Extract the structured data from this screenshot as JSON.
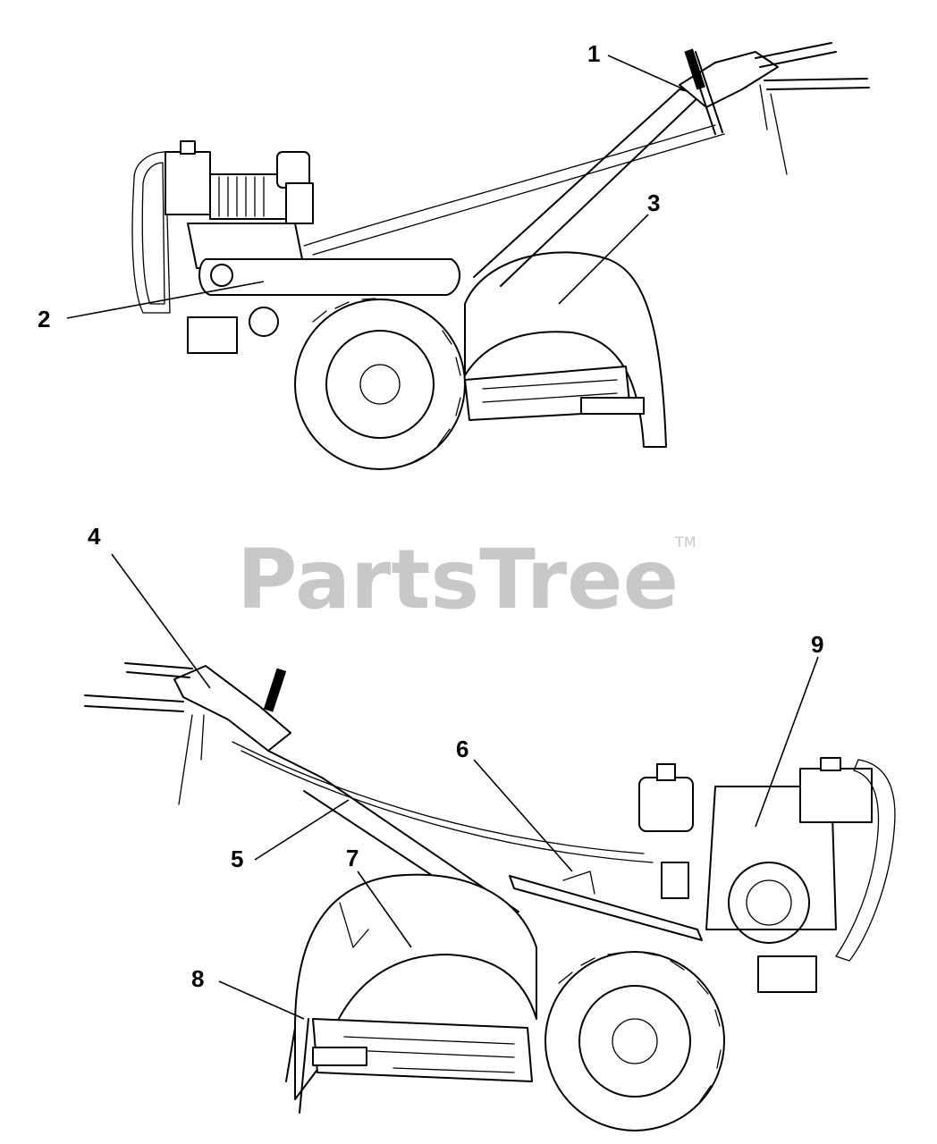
{
  "watermark": {
    "text": "PartsTree",
    "tm": "TM"
  },
  "callouts": [
    "1",
    "2",
    "3",
    "4",
    "5",
    "6",
    "7",
    "8",
    "9"
  ]
}
